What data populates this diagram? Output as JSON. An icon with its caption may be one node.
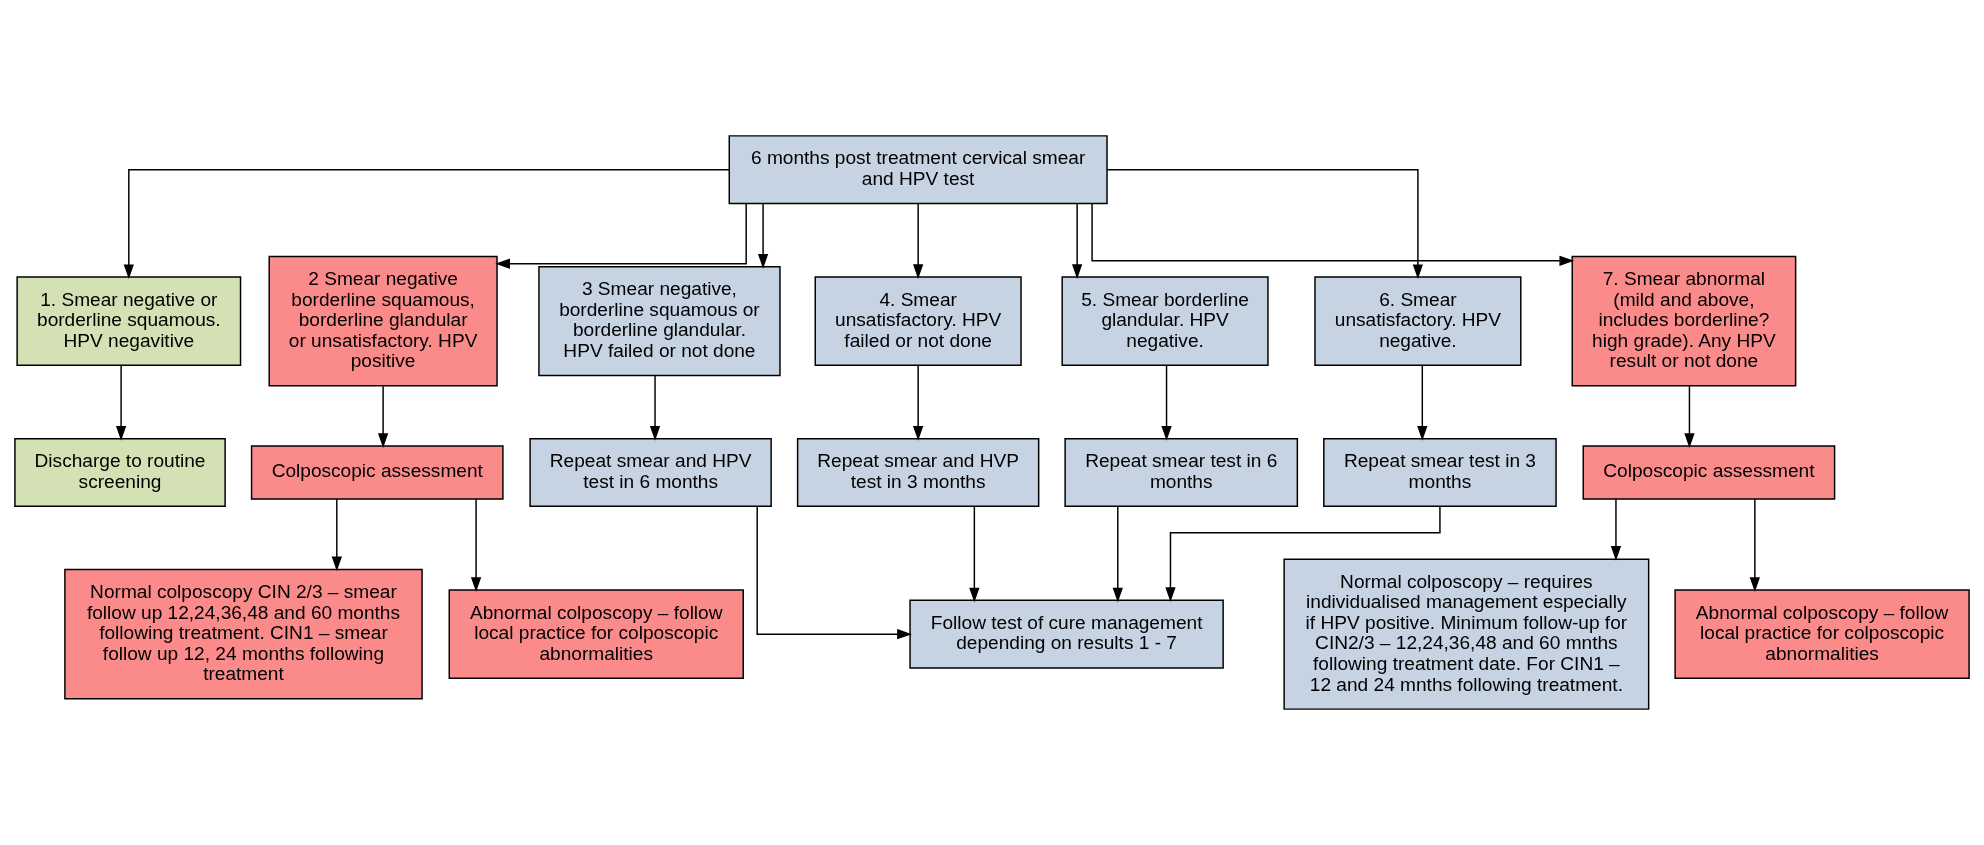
{
  "diagram": {
    "nodes": [
      {
        "text": [
          "6 months post treatment cervical smear and HPV test"
        ]
      },
      {
        "text": [
          "1. Smear negative or borderline squamous. HPV negavitive"
        ]
      },
      {
        "text": [
          "2 Smear negative borderline squamous, borderline glandular or unsatisfactory. HPV positive"
        ]
      },
      {
        "text": [
          "3 Smear negative, borderline squamous or borderline glandular. HPV failed or not done"
        ]
      },
      {
        "text": [
          "4. Smear unsatisfactory. HPV failed or not done"
        ]
      },
      {
        "text": [
          "5. Smear borderline glandular. HPV negative."
        ]
      },
      {
        "text": [
          "6. Smear unsatisfactory. HPV negative."
        ]
      },
      {
        "text": [
          "7. Smear abnormal (mild and above, includes borderline? high grade). Any HPV result or not done"
        ]
      },
      {
        "text": [
          "Discharge to routine screening"
        ]
      },
      {
        "text": [
          "Colposcopic assessment"
        ]
      },
      {
        "text": [
          "Repeat smear and HPV test in 6 months"
        ]
      },
      {
        "text": [
          "Repeat smear and HVP test in 3 months"
        ]
      },
      {
        "text": [
          "Repeat smear test in 6 months"
        ]
      },
      {
        "text": [
          "Repeat smear test in 3 months"
        ]
      },
      {
        "text": [
          "Colposcopic assessment"
        ]
      },
      {
        "text": [
          "Normal colposcopy CIN 2/3 – smear follow up 12,24,36,48 and 60 months following treatment. CIN1 – smear follow up 12, 24 months following treatment"
        ]
      },
      {
        "text": [
          "Abnormal colposcopy – follow local practice for colposcopic abnormalities"
        ]
      },
      {
        "text": [
          "Follow test of cure management depending on results 1 - 7"
        ]
      },
      {
        "text": [
          "Normal colposcopy – requires individualised management especially if HPV positive. Minimum follow-up for CIN2/3 – 12,24,36,48 and 60 mnths following treatment date. For CIN1 – 12 and 24 mnths following treatment."
        ]
      },
      {
        "text": [
          "Abnormal colposcopy – follow local practice for colposcopic abnormalities"
        ]
      }
    ],
    "edges": [
      {
        "from": 0,
        "to": 1,
        "arrow": "to"
      },
      {
        "from": 0,
        "to": 2,
        "arrow": "to"
      },
      {
        "from": 0,
        "to": 3,
        "arrow": "to"
      },
      {
        "from": 0,
        "to": 4,
        "arrow": "to"
      },
      {
        "from": 0,
        "to": 5,
        "arrow": "to"
      },
      {
        "from": 0,
        "to": 6,
        "arrow": "to"
      },
      {
        "from": 0,
        "to": 7,
        "arrow": "to"
      },
      {
        "from": 1,
        "to": 8,
        "arrow": "to"
      },
      {
        "from": 2,
        "to": 9,
        "arrow": "to"
      },
      {
        "from": 3,
        "to": 10,
        "arrow": "to"
      },
      {
        "from": 4,
        "to": 11,
        "arrow": "to"
      },
      {
        "from": 5,
        "to": 12,
        "arrow": "to"
      },
      {
        "from": 6,
        "to": 13,
        "arrow": "to"
      },
      {
        "from": 7,
        "to": 14,
        "arrow": "to"
      },
      {
        "from": 9,
        "to": 15,
        "arrow": "to"
      },
      {
        "from": 9,
        "to": 16,
        "arrow": "to"
      },
      {
        "from": 10,
        "to": 17,
        "arrow": "to"
      },
      {
        "from": 11,
        "to": 17,
        "arrow": "to"
      },
      {
        "from": 12,
        "to": 17,
        "arrow": "to"
      },
      {
        "from": 13,
        "to": 17,
        "arrow": "to"
      },
      {
        "from": 14,
        "to": 18,
        "arrow": "to"
      },
      {
        "from": 14,
        "to": 19,
        "arrow": "to"
      }
    ]
  }
}
